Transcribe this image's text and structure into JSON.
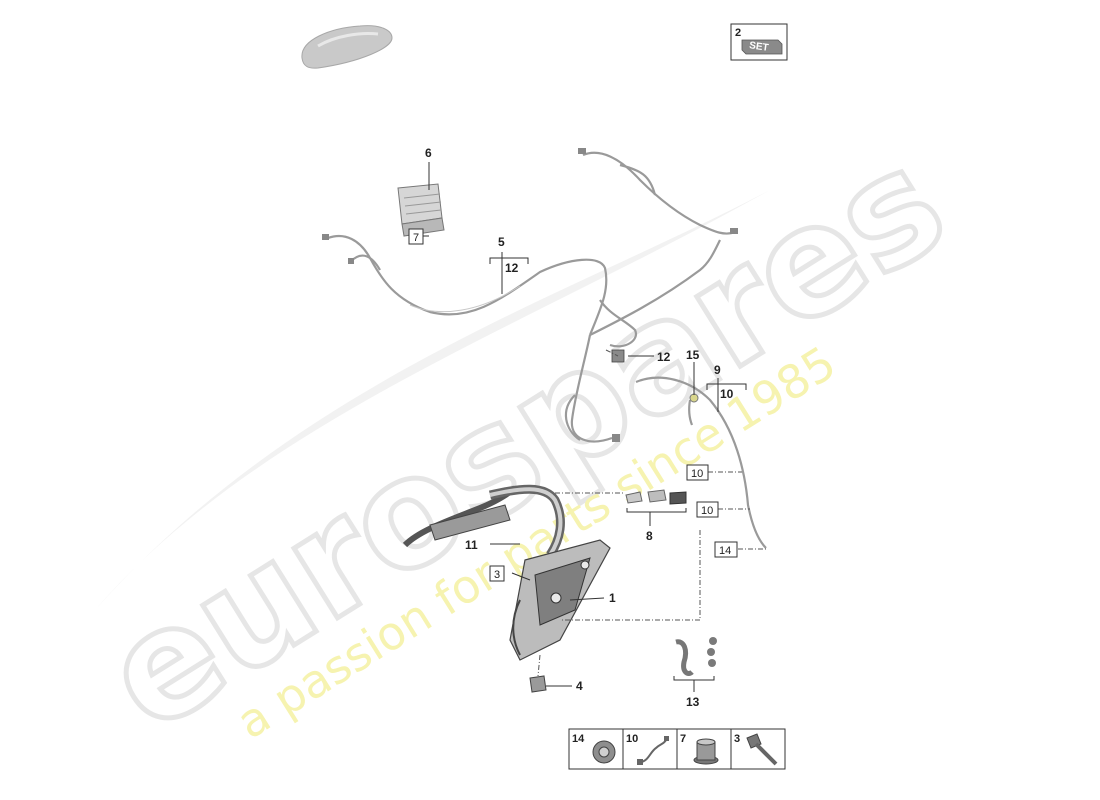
{
  "watermark": {
    "brand": "eurospares",
    "tagline": "a passion for parts since 1985"
  },
  "set_badge": {
    "number": "2",
    "label": "SET"
  },
  "callouts": {
    "c1": "1",
    "c3": "3",
    "c4": "4",
    "c5": "5",
    "c6": "6",
    "c7": "7",
    "c8": "8",
    "c9": "9",
    "c10a": "10",
    "c10b": "10",
    "c10c": "10",
    "c11": "11",
    "c12a": "12",
    "c12b": "12",
    "c13": "13",
    "c14": "14",
    "c15": "15"
  },
  "legend": {
    "items": [
      {
        "number": "14",
        "icon": "nut-icon"
      },
      {
        "number": "10",
        "icon": "clip-icon"
      },
      {
        "number": "7",
        "icon": "spacer-icon"
      },
      {
        "number": "3",
        "icon": "bolt-icon"
      }
    ]
  }
}
